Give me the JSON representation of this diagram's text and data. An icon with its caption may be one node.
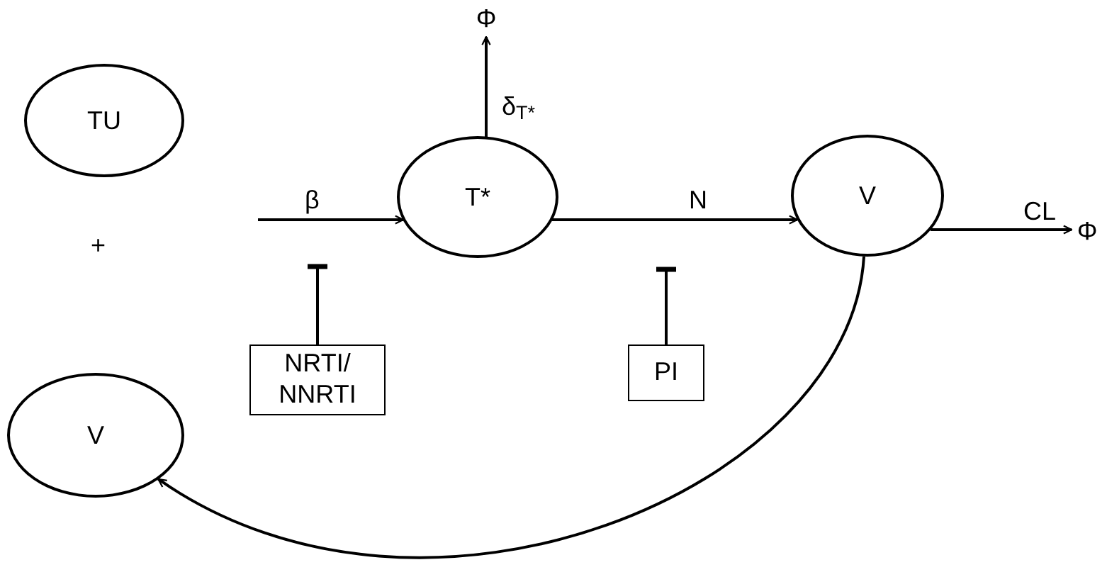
{
  "diagram": {
    "nodes": [
      {
        "text": [
          "TU"
        ]
      },
      {
        "text": [
          "V"
        ]
      },
      {
        "text": [
          "T*"
        ]
      },
      {
        "text": [
          "V"
        ]
      },
      {
        "text": [
          "NRTI/ NNRTI"
        ]
      },
      {
        "text": [
          "PI"
        ]
      },
      {
        "text": [
          "Φ"
        ]
      },
      {
        "text": [
          "Φ"
        ]
      }
    ],
    "edges": [
      {
        "from": null,
        "to": 2,
        "arrow": "to",
        "label": "β"
      },
      {
        "from": 2,
        "to": 3,
        "arrow": "to",
        "label": "N"
      },
      {
        "from": 2,
        "to": 6,
        "arrow": "to",
        "label": "δ$_{T*}$"
      },
      {
        "from": 3,
        "to": 7,
        "arrow": "to",
        "label": "CL"
      },
      {
        "from": 3,
        "to": 1,
        "arrow": "to"
      },
      {
        "from": 4,
        "to": null,
        "arrow": "other"
      },
      {
        "from": 5,
        "to": null,
        "arrow": "other"
      }
    ],
    "labels": [
      "+"
    ]
  }
}
